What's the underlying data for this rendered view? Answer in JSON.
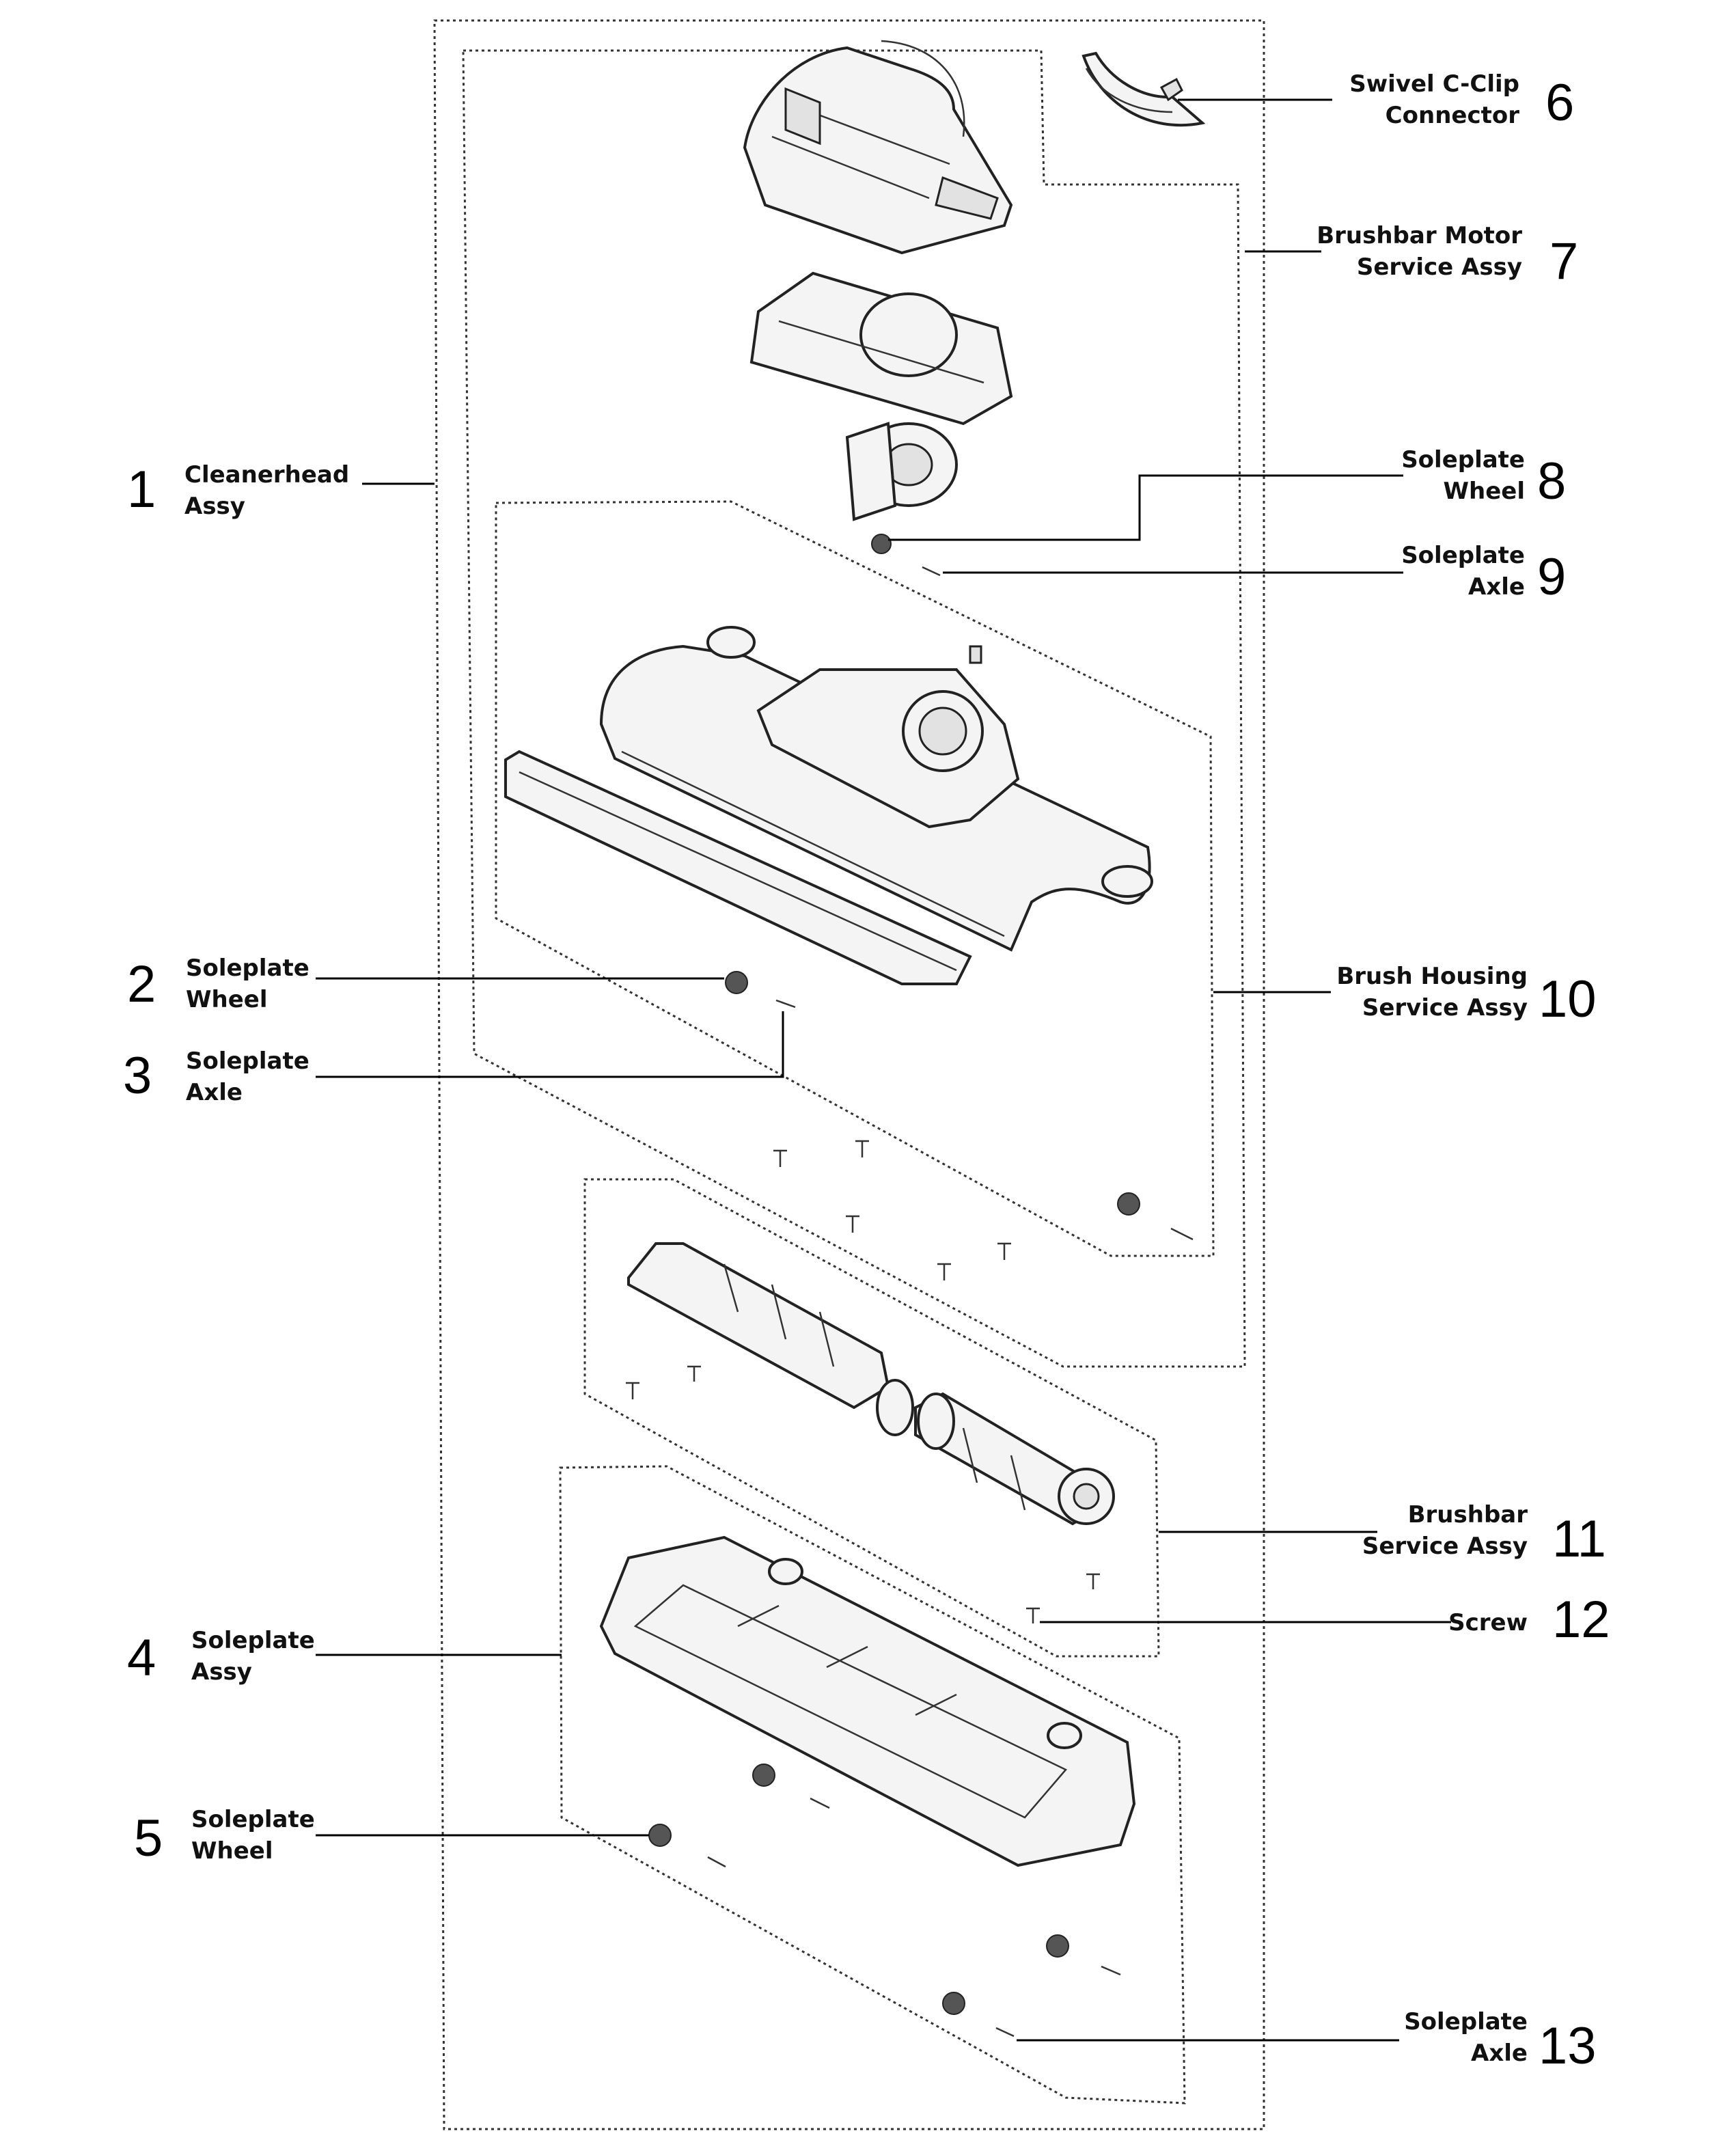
{
  "callouts": [
    {
      "number": "1",
      "line1": "Cleanerhead",
      "line2": "Assy"
    },
    {
      "number": "2",
      "line1": "Soleplate",
      "line2": "Wheel"
    },
    {
      "number": "3",
      "line1": "Soleplate",
      "line2": "Axle"
    },
    {
      "number": "4",
      "line1": "Soleplate",
      "line2": "Assy"
    },
    {
      "number": "5",
      "line1": "Soleplate",
      "line2": "Wheel"
    },
    {
      "number": "6",
      "line1": "Swivel C-Clip",
      "line2": "Connector"
    },
    {
      "number": "7",
      "line1": "Brushbar Motor",
      "line2": "Service Assy"
    },
    {
      "number": "8",
      "line1": "Soleplate",
      "line2": "Wheel"
    },
    {
      "number": "9",
      "line1": "Soleplate",
      "line2": "Axle"
    },
    {
      "number": "10",
      "line1": "Brush Housing",
      "line2": "Service Assy"
    },
    {
      "number": "11",
      "line1": "Brushbar",
      "line2": "Service Assy"
    },
    {
      "number": "12",
      "line1": "Screw",
      "line2": ""
    },
    {
      "number": "13",
      "line1": "Soleplate",
      "line2": "Axle"
    }
  ]
}
